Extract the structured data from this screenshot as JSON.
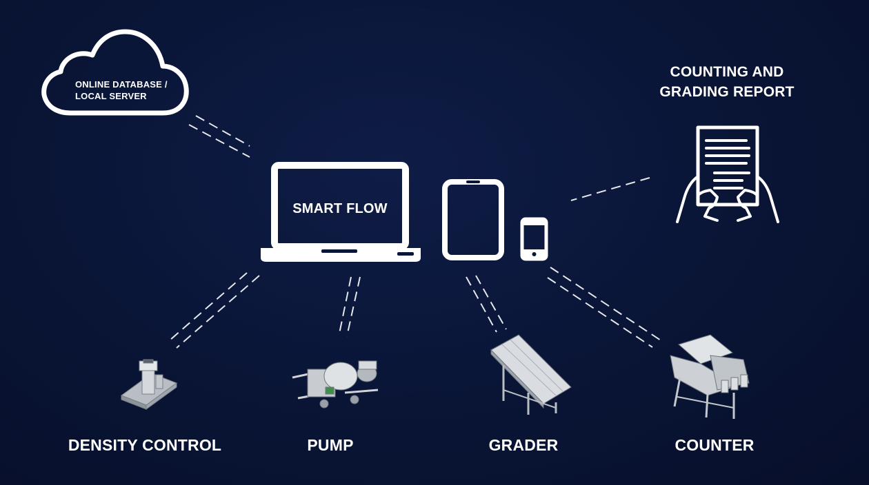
{
  "cloud": {
    "label_line1": "ONLINE DATABASE /",
    "label_line2": "LOCAL SERVER"
  },
  "report": {
    "label_line1": "COUNTING AND",
    "label_line2": "GRADING REPORT"
  },
  "laptop": {
    "label": "SMART FLOW"
  },
  "machines": [
    {
      "label": "DENSITY CONTROL"
    },
    {
      "label": "PUMP"
    },
    {
      "label": "GRADER"
    },
    {
      "label": "COUNTER"
    }
  ],
  "colors": {
    "background": "#0a1638",
    "foreground": "#ffffff",
    "machine_metal": "#c9cdd2"
  }
}
